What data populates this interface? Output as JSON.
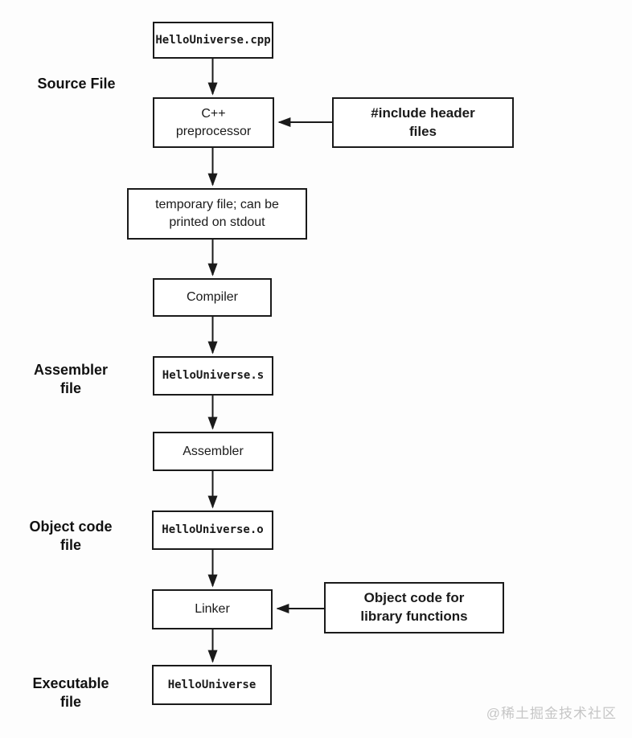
{
  "diagram": {
    "description": "C++ build pipeline flowchart",
    "nodes": {
      "file_cpp": {
        "label": "HelloUniverse.cpp"
      },
      "preprocessor": {
        "label": "C++\npreprocessor"
      },
      "include_headers": {
        "label": "#include header\nfiles"
      },
      "temp_file": {
        "label": "temporary file; can be\nprinted on stdout"
      },
      "compiler": {
        "label": "Compiler"
      },
      "file_s": {
        "label": "HelloUniverse.s"
      },
      "assembler": {
        "label": "Assembler"
      },
      "file_o": {
        "label": "HelloUniverse.o"
      },
      "linker": {
        "label": "Linker"
      },
      "object_code_lib": {
        "label": "Object code for\nlibrary functions"
      },
      "file_exe": {
        "label": "HelloUniverse"
      }
    },
    "side_labels": {
      "source_file": "Source File",
      "assembler_file": "Assembler\nfile",
      "object_code_file": "Object code\nfile",
      "executable_file": "Executable\nfile"
    },
    "edges": [
      {
        "from": "file_cpp",
        "to": "preprocessor"
      },
      {
        "from": "include_headers",
        "to": "preprocessor"
      },
      {
        "from": "preprocessor",
        "to": "temp_file"
      },
      {
        "from": "temp_file",
        "to": "compiler"
      },
      {
        "from": "compiler",
        "to": "file_s"
      },
      {
        "from": "file_s",
        "to": "assembler"
      },
      {
        "from": "assembler",
        "to": "file_o"
      },
      {
        "from": "file_o",
        "to": "linker"
      },
      {
        "from": "object_code_lib",
        "to": "linker"
      },
      {
        "from": "linker",
        "to": "file_exe"
      }
    ],
    "watermark": "@稀土掘金技术社区",
    "colors": {
      "line": "#1a1a1a",
      "background": "#fdfdfd",
      "box_fill": "#ffffff",
      "watermark": "#c6c6c6"
    }
  }
}
